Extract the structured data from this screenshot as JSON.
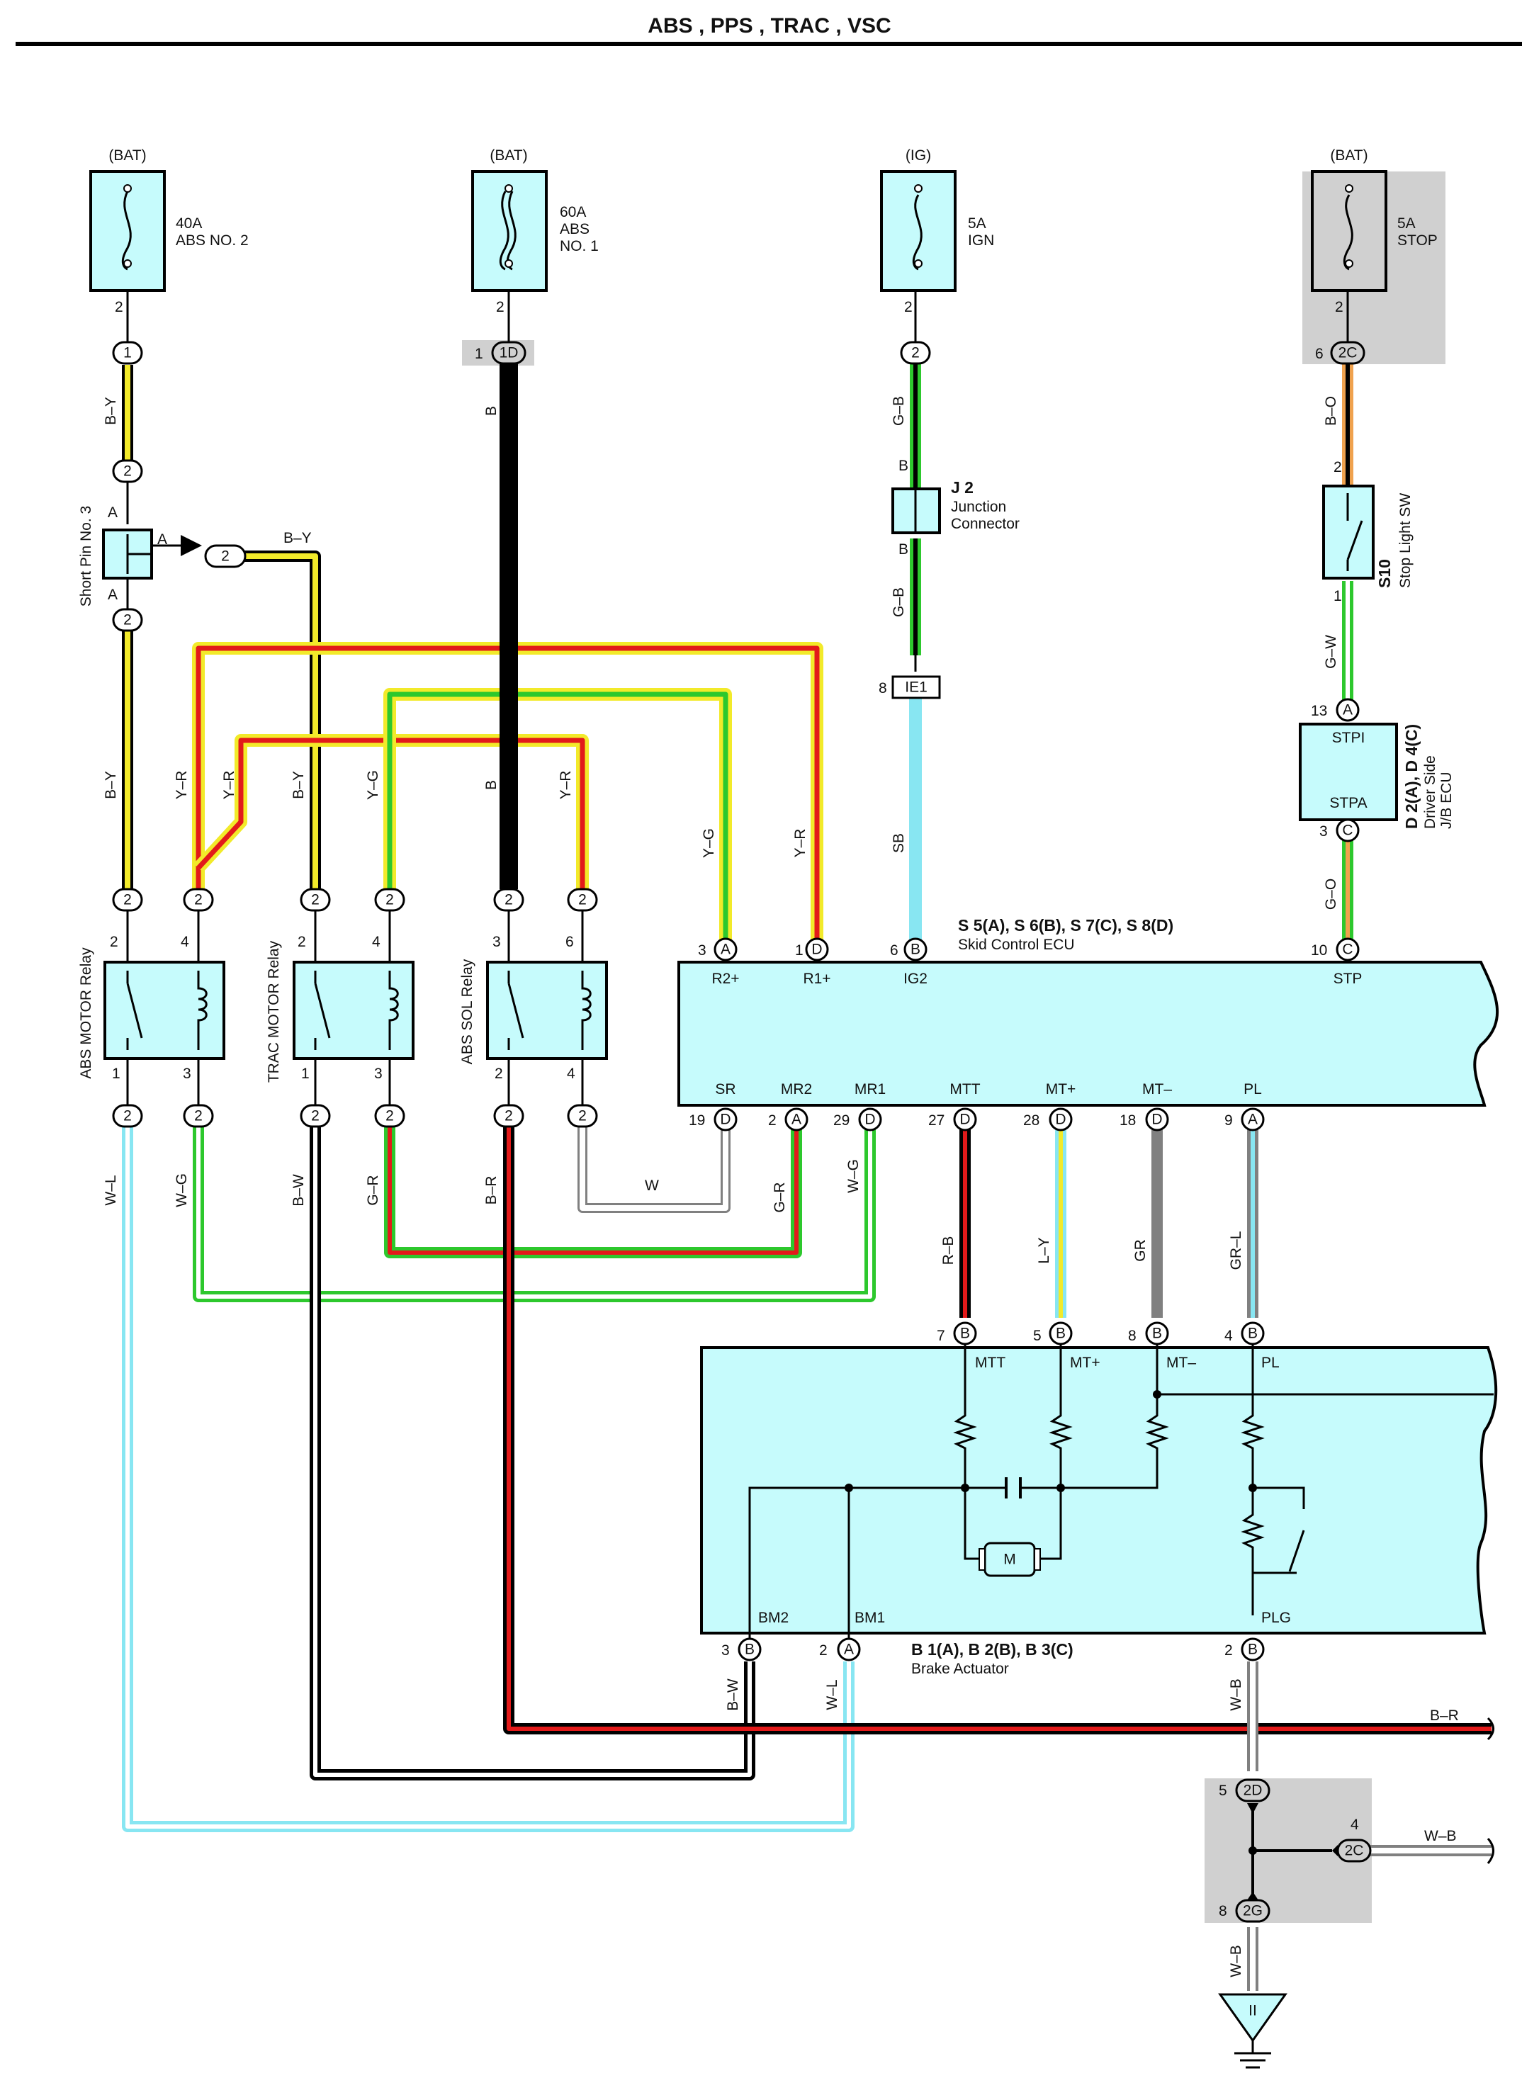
{
  "title": "ABS , PPS , TRAC , VSC",
  "colors": {
    "component_fill": "#c6fbfc",
    "shade": "#d0d0d0",
    "wire_yellow": "#f2ea2a",
    "wire_red": "#e21a1a",
    "wire_green": "#2dc82d",
    "wire_lightblue": "#88e6f2",
    "wire_orange": "#f0a24e",
    "wire_gray": "#808080",
    "wire_black": "#000000"
  },
  "fuses": {
    "abs2": {
      "source": "(BAT)",
      "rating": "40A",
      "name": "ABS NO. 2",
      "pin": "2",
      "conn": "1"
    },
    "abs1": {
      "source": "(BAT)",
      "rating": "60A",
      "name1": "ABS",
      "name2": "NO. 1",
      "pin": "2",
      "conn_pin": "1",
      "conn": "1D"
    },
    "ign": {
      "source": "(IG)",
      "rating": "5A",
      "name": "IGN",
      "pin": "2",
      "conn": "2"
    },
    "stop": {
      "source": "(BAT)",
      "rating": "5A",
      "name": "STOP",
      "pin": "2",
      "conn_pin": "6",
      "conn": "2C"
    }
  },
  "wires": {
    "by": "B–Y",
    "b": "B",
    "gb": "G–B",
    "bo": "B–O",
    "gw": "G–W",
    "go": "G–O",
    "yr": "Y–R",
    "yg": "Y–G",
    "sb": "SB",
    "wl": "W–L",
    "wg": "W–G",
    "bw": "B–W",
    "gr": "G–R",
    "br": "B–R",
    "w": "W",
    "rb": "R–B",
    "ly": "L–Y",
    "gray": "GR",
    "grl": "GR–L",
    "wb": "W–B"
  },
  "short_pin": {
    "label": "Short Pin No. 3",
    "pin_a": "A"
  },
  "junction": {
    "id": "J 2",
    "name1": "Junction",
    "name2": "Connector",
    "pin": "B",
    "ie_pin": "8",
    "ie": "IE1"
  },
  "stop_sw": {
    "id": "S10",
    "name": "Stop Light SW",
    "pin_top": "2",
    "pin_bottom": "1"
  },
  "jb": {
    "id": "D 2(A), D 4(C)",
    "name1": "Driver Side",
    "name2": "J/B ECU",
    "stpi": "STPI",
    "stpa": "STPA",
    "pin_top": "13",
    "conn_top": "A",
    "pin_bottom": "3",
    "conn_bottom": "C"
  },
  "relays": {
    "abs_motor": {
      "label": "ABS MOTOR Relay",
      "p2": "2",
      "p4": "4",
      "p1": "1",
      "p3": "3"
    },
    "trac_motor": {
      "label": "TRAC MOTOR Relay",
      "p2": "2",
      "p4": "4",
      "p1": "1",
      "p3": "3"
    },
    "abs_sol": {
      "label": "ABS SOL Relay",
      "p3": "3",
      "p6": "6",
      "p2": "2",
      "p4": "4"
    }
  },
  "connector_two": "2",
  "ecu": {
    "id": "S 5(A), S 6(B), S 7(C), S 8(D)",
    "name": "Skid Control ECU",
    "top_pins": [
      {
        "num": "3",
        "letter": "A",
        "label": "R2+"
      },
      {
        "num": "1",
        "letter": "D",
        "label": "R1+"
      },
      {
        "num": "6",
        "letter": "B",
        "label": "IG2"
      },
      {
        "num": "10",
        "letter": "C",
        "label": "STP"
      }
    ],
    "bottom_pins": [
      {
        "num": "19",
        "letter": "D",
        "label": "SR"
      },
      {
        "num": "2",
        "letter": "A",
        "label": "MR2"
      },
      {
        "num": "29",
        "letter": "D",
        "label": "MR1"
      },
      {
        "num": "27",
        "letter": "D",
        "label": "MTT"
      },
      {
        "num": "28",
        "letter": "D",
        "label": "MT+"
      },
      {
        "num": "18",
        "letter": "D",
        "label": "MT–"
      },
      {
        "num": "9",
        "letter": "A",
        "label": "PL"
      }
    ]
  },
  "actuator": {
    "id": "B 1(A), B 2(B), B 3(C)",
    "name": "Brake Actuator",
    "top_pins": [
      {
        "num": "7",
        "letter": "B",
        "label": "MTT"
      },
      {
        "num": "5",
        "letter": "B",
        "label": "MT+"
      },
      {
        "num": "8",
        "letter": "B",
        "label": "MT–"
      },
      {
        "num": "4",
        "letter": "B",
        "label": "PL"
      }
    ],
    "bottom_pins": [
      {
        "num": "3",
        "letter": "B",
        "label": "BM2"
      },
      {
        "num": "2",
        "letter": "A",
        "label": "BM1"
      },
      {
        "num": "2",
        "letter": "B",
        "label": "PLG"
      }
    ],
    "motor": "M"
  },
  "ground_junction": {
    "top_pin": "5",
    "top": "2D",
    "side_pin": "4",
    "side": "2C",
    "bottom_pin": "8",
    "bottom": "2G",
    "ground": "II"
  }
}
